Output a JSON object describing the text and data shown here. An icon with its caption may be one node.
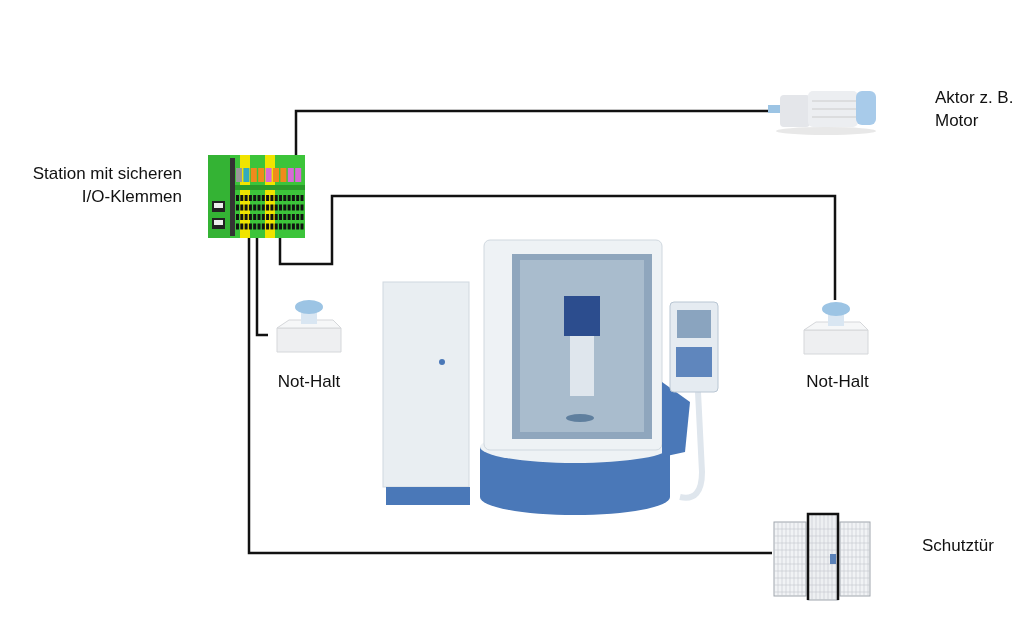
{
  "diagram": {
    "nodes": [
      {
        "text": [
          "Station mit sicheren I/O-Klemmen"
        ]
      },
      {
        "text": [
          "Aktor z. B. Motor"
        ]
      },
      {
        "text": [
          "Not-Halt"
        ]
      },
      {
        "text": [
          "Not-Halt"
        ]
      },
      {
        "text": [
          "Schutztür"
        ]
      }
    ],
    "edges": [
      {
        "from": 0,
        "to": 1,
        "arrow": "none"
      },
      {
        "from": 0,
        "to": 3,
        "arrow": "none"
      },
      {
        "from": 0,
        "to": 2,
        "arrow": "none"
      },
      {
        "from": 0,
        "to": 4,
        "arrow": "none"
      }
    ]
  }
}
